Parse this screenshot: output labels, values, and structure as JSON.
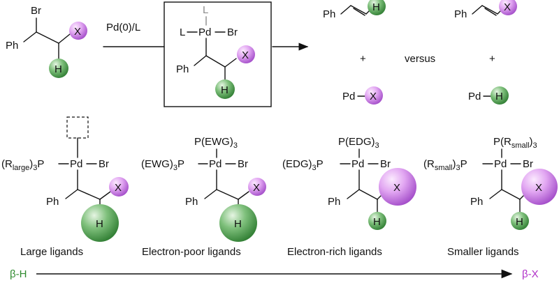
{
  "colors": {
    "green": "#2f7d32",
    "green_light": "#7fc07c",
    "purple": "#b25fd4",
    "purple_light": "#e7b5f3",
    "arrow": "#111111",
    "beta_h_text": "#2f8a2f",
    "beta_x_text": "#b030c8"
  },
  "top": {
    "substrate": {
      "br": "Br",
      "ph": "Ph",
      "x": "X",
      "h": "H"
    },
    "reagent": "Pd(0)/L",
    "intermediate": {
      "l_top": "L",
      "l_left": "L",
      "pd": "Pd",
      "br": "Br",
      "ph": "Ph",
      "x": "X",
      "h": "H"
    },
    "products_left": {
      "ph": "Ph",
      "h": "H",
      "plus": "+",
      "pd": "Pd",
      "x": "X"
    },
    "versus": "versus",
    "products_right": {
      "ph": "Ph",
      "x": "X",
      "plus": "+",
      "pd": "Pd",
      "h": "H"
    }
  },
  "complexes": [
    {
      "caption": "Large ligands",
      "top": "",
      "left": "(R",
      "left_sub": "large",
      "left_tail": ")",
      "left_sub2": "3",
      "left_end": "P",
      "pd": "Pd",
      "br": "Br",
      "ph": "Ph",
      "x": "X",
      "h": "H",
      "icon": "empty-site-box"
    },
    {
      "caption": "Electron-poor ligands",
      "top": "P(EWG)",
      "top_sub": "3",
      "left": "(EWG)",
      "left_sub2": "3",
      "left_end": "P",
      "pd": "Pd",
      "br": "Br",
      "ph": "Ph",
      "x": "X",
      "h": "H"
    },
    {
      "caption": "Electron-rich ligands",
      "top": "P(EDG)",
      "top_sub": "3",
      "left": "(EDG)",
      "left_sub2": "3",
      "left_end": "P",
      "pd": "Pd",
      "br": "Br",
      "ph": "Ph",
      "x": "X",
      "h": "H"
    },
    {
      "caption": "Smaller ligands",
      "top": "P(R",
      "top_sub": "small",
      "top_tail": ")",
      "top_sub2": "3",
      "left": "(R",
      "left_sub": "small",
      "left_tail": ")",
      "left_sub2": "3",
      "left_end": "P",
      "pd": "Pd",
      "br": "Br",
      "ph": "Ph",
      "x": "X",
      "h": "H"
    }
  ],
  "axis": {
    "left": "β-H",
    "right": "β-X"
  }
}
